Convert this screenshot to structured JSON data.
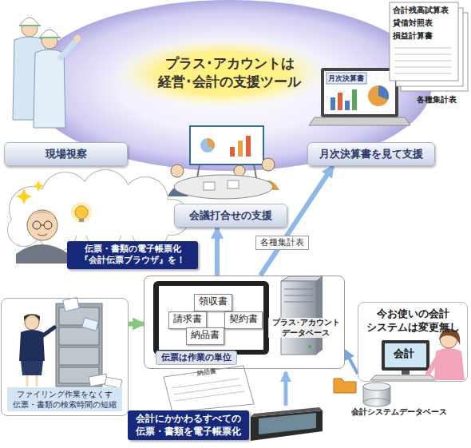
{
  "diagram": {
    "nodes": [
      {
        "text": [
          "プラス･アカウントは 経営･会計の支援ツール"
        ]
      },
      {
        "text": [
          "現場視察"
        ]
      },
      {
        "text": [
          "会議打合せの支援"
        ]
      },
      {
        "text": [
          "月次決算書を見て支援"
        ]
      },
      {
        "text": [
          "伝票・書類の電子帳票化 『会計伝票ブラウザ』を！"
        ]
      },
      {
        "text": [
          "ファイリング作業をなくす 伝票・書類の検索時間の短縮"
        ]
      },
      {
        "text": [
          "伝票は作業の単位"
        ]
      },
      {
        "text": [
          "領収書"
        ],
        "in": 6
      },
      {
        "text": [
          "請求書"
        ],
        "in": 6
      },
      {
        "text": [
          "契約書"
        ],
        "in": 6
      },
      {
        "text": [
          "納品書"
        ],
        "in": 6
      },
      {
        "text": [
          "今お使いの会計 システムは変更無し"
        ]
      },
      {
        "text": [
          "会計にかかわるすべての 伝票・書類を電子帳票化"
        ]
      }
    ],
    "edges": [
      {
        "from": 5,
        "to": 6,
        "arrow": "to"
      },
      {
        "from": 6,
        "to": 2,
        "arrow": "to"
      },
      {
        "from": 6,
        "to": 3,
        "arrow": "to",
        "label": "各種集計表"
      },
      {
        "from": 11,
        "to": 6,
        "arrow": "to"
      }
    ],
    "labels": [
      "月次決算書",
      "合計残高試算表",
      "貸借対照表",
      "損益計算書",
      "各種集計表",
      "プラス･アカウント データベース",
      "会計",
      "会計システムデータベース",
      "納品書"
    ]
  }
}
